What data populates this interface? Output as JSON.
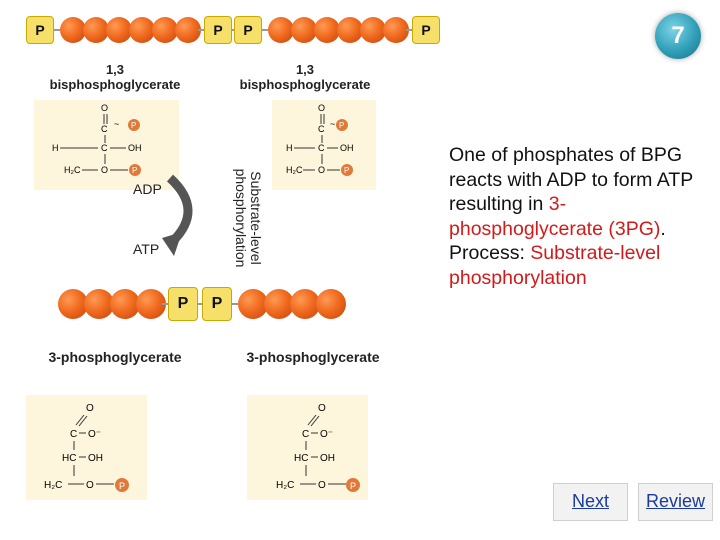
{
  "step_badge": "7",
  "phosphate_label": "P",
  "molecules": {
    "top_left_label": "1,3\nbisphosphoglycerate",
    "top_right_label": "1,3\nbisphosphoglycerate",
    "bottom_left_label": "3-phosphoglycerate",
    "bottom_right_label": "3-phosphoglycerate"
  },
  "reaction": {
    "input": "ADP",
    "output": "ATP",
    "process_vertical": "Substrate-level\nphosphorylation"
  },
  "structure_atoms": {
    "O": "O",
    "C": "C",
    "H": "H",
    "OH": "OH",
    "HC": "HC",
    "H2C": "H₂C",
    "O_minus": "O⁻",
    "P": "P"
  },
  "description": {
    "part1": "One of phosphates of BPG reacts with ADP to form ATP resulting in ",
    "highlight1": "3-phosphoglycerate (3PG)",
    "part2": ".",
    "process_prefix": "Process: ",
    "highlight2": "Substrate-level phosphorylation"
  },
  "nav": {
    "next": "Next",
    "review": "Review"
  },
  "colors": {
    "highlight": "#d21a1a",
    "bead": "#f06a1e",
    "phosphate": "#f6e06a",
    "badge": "#2f9fb8",
    "structure_bg": "#fdf6dc"
  }
}
